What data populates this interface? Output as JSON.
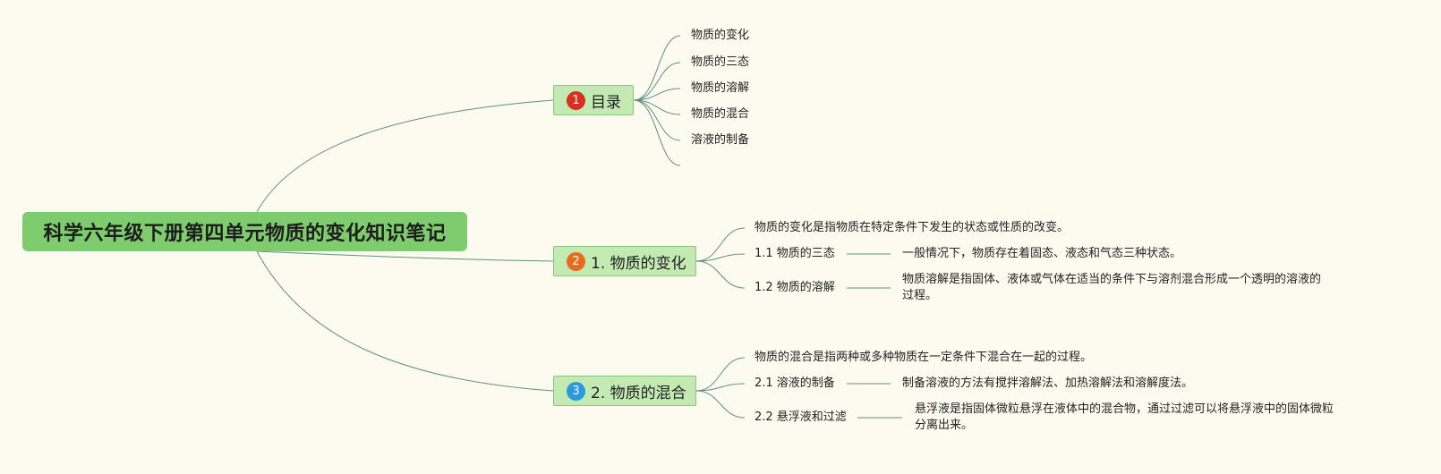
{
  "root": {
    "title": "科学六年级下册第四单元物质的变化知识笔记"
  },
  "branches": [
    {
      "number": "1",
      "badge_color": "#d9301e",
      "label": "目录",
      "items": [
        "物质的变化",
        "物质的三态",
        "物质的溶解",
        "物质的混合",
        "溶液的制备"
      ]
    },
    {
      "number": "2",
      "badge_color": "#e86a1c",
      "label": "1. 物质的变化",
      "summary": "物质的变化是指物质在特定条件下发生的状态或性质的改变。",
      "subtopics": [
        {
          "label": "1.1 物质的三态",
          "detail": "一般情况下，物质存在着固态、液态和气态三种状态。"
        },
        {
          "label": "1.2 物质的溶解",
          "detail": "物质溶解是指固体、液体或气体在适当的条件下与溶剂混合形成一个透明的溶液的过程。"
        }
      ]
    },
    {
      "number": "3",
      "badge_color": "#2a9ad8",
      "label": "2. 物质的混合",
      "summary": "物质的混合是指两种或多种物质在一定条件下混合在一起的过程。",
      "subtopics": [
        {
          "label": "2.1 溶液的制备",
          "detail": "制备溶液的方法有搅拌溶解法、加热溶解法和溶解度法。"
        },
        {
          "label": "2.2 悬浮液和过滤",
          "detail": "悬浮液是指固体微粒悬浮在液体中的混合物，通过过滤可以将悬浮液中的固体微粒分离出来。"
        }
      ]
    }
  ],
  "colors": {
    "background": "#fdfbf0",
    "line": "#5f8f80",
    "root_fill": "#7fcc6e",
    "branch_fill": "#c2eab2"
  }
}
